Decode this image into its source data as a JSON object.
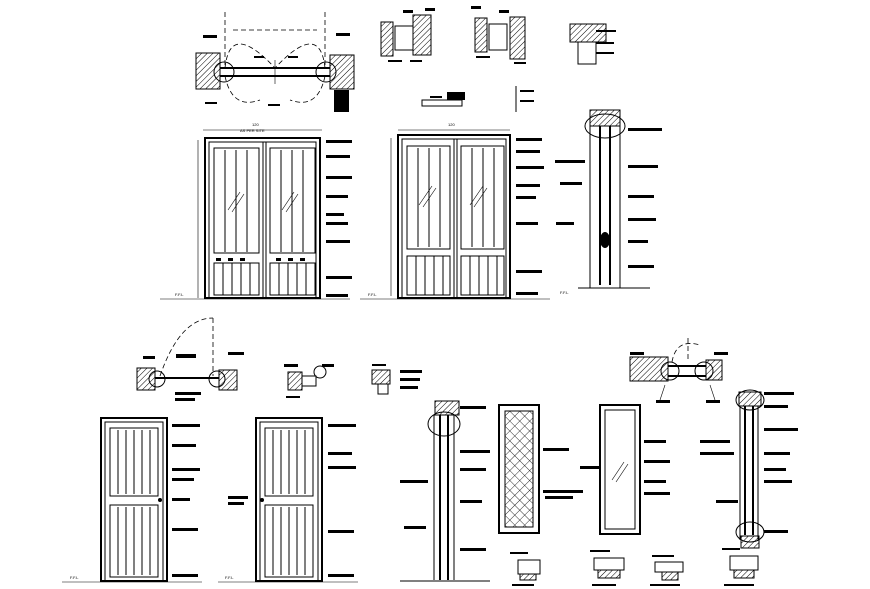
{
  "drawing": {
    "background": "#ffffff",
    "line_color": "#000000",
    "level_marker": "F.F.L",
    "dimension_labels": [
      "120",
      "AS PER SITE"
    ]
  }
}
